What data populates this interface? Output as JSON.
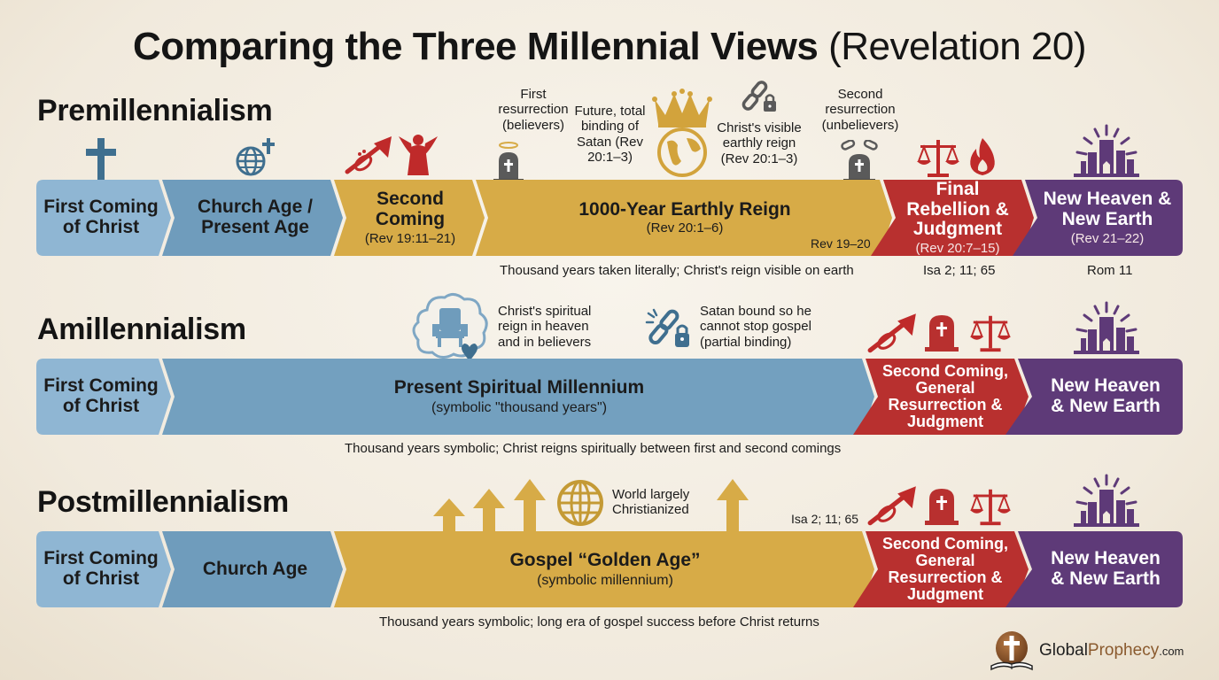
{
  "title": {
    "bold": "Comparing the Three Millennial Views",
    "light": "(Revelation 20)"
  },
  "colors": {
    "light_blue": "#8fb6d3",
    "mid_blue": "#6f9cbc",
    "gold": "#d7ab47",
    "red": "#b8302f",
    "purple": "#5e3a78",
    "icon_blue": "#3f6f8f",
    "icon_red": "#bf2a2a",
    "icon_gray": "#5a5a5a"
  },
  "premillennialism": {
    "heading": "Premillennialism",
    "segments": [
      {
        "main": "First Coming of Christ",
        "sub": ""
      },
      {
        "main": "Church Age / Present Age",
        "sub": ""
      },
      {
        "main": "Second Coming",
        "sub": "(Rev 19:11–21)"
      },
      {
        "main": "1000-Year Earthly Reign",
        "sub": "(Rev 20:1–6)",
        "corner_ref": "Rev 19–20"
      },
      {
        "main": "Final Rebellion & Judgment",
        "sub": "(Rev 20:7–15)"
      },
      {
        "main": "New Heaven & New Earth",
        "sub": "(Rev 21–22)"
      }
    ],
    "callouts": {
      "first_resurrection": "First resurrection (believers)",
      "binding": "Future, total binding of Satan (Rev 20:1–3)",
      "visible_reign": "Christ's visible earthly reign (Rev 20:1–3)",
      "second_resurrection": "Second resurrection (unbelievers)"
    },
    "icons": [
      "cross-icon",
      "globe-cross-icon",
      "trumpet-icon",
      "angel-icon",
      "halo-tombstone-icon",
      "crown-globe-icon",
      "chain-lock-icon",
      "broken-chain-tombstone-icon",
      "scales-icon",
      "fire-icon",
      "new-jerusalem-icon"
    ],
    "notes": {
      "main": "Thousand years taken literally; Christ's reign visible on earth",
      "judgment_ref": "Isa 2; 11; 65",
      "new_earth_ref": "Rom 11"
    }
  },
  "amillennialism": {
    "heading": "Amillennialism",
    "segments": [
      {
        "main": "First Coming of Christ",
        "sub": ""
      },
      {
        "main": "Present Spiritual Millennium",
        "sub": "(symbolic \"thousand years\")"
      },
      {
        "main": "Second Coming, General Resurrection & Judgment",
        "sub": ""
      },
      {
        "main": "New Heaven & New Earth",
        "sub": ""
      }
    ],
    "callouts": {
      "spiritual_reign": "Christ's spiritual reign in heaven and in believers",
      "satan_bound": "Satan bound so he cannot stop gospel (partial binding)"
    },
    "icons": [
      "cloud-throne-heart-icon",
      "chain-lock-icon",
      "trumpet-icon",
      "tombstone-icon",
      "scales-icon",
      "new-jerusalem-icon"
    ],
    "notes": {
      "main": "Thousand years symbolic; Christ reigns spiritually between first and second comings"
    }
  },
  "postmillennialism": {
    "heading": "Postmillennialism",
    "segments": [
      {
        "main": "First Coming of Christ",
        "sub": ""
      },
      {
        "main": "Church Age",
        "sub": ""
      },
      {
        "main": "Gospel “Golden Age”",
        "sub": "(symbolic millennium)"
      },
      {
        "main": "Second Coming, General Resurrection & Judgment",
        "sub": ""
      },
      {
        "main": "New Heaven & New Earth",
        "sub": ""
      }
    ],
    "callouts": {
      "christianized": "World largely Christianized",
      "ref": "Isa 2; 11; 65"
    },
    "icons": [
      "up-arrow-icon",
      "globe-icon",
      "trumpet-icon",
      "tombstone-icon",
      "scales-icon",
      "new-jerusalem-icon"
    ],
    "notes": {
      "main": "Thousand years symbolic; long era of gospel success before Christ returns"
    }
  },
  "logo": {
    "brand": "Global",
    "brand_accent": "Prophecy",
    "tld": ".com"
  }
}
